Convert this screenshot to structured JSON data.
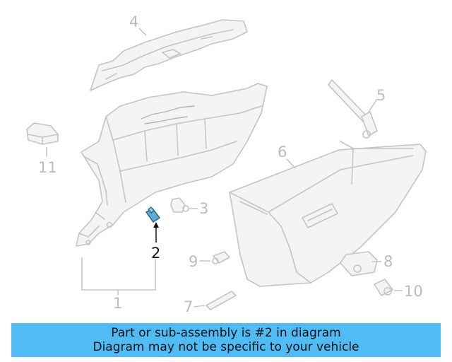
{
  "callouts": {
    "c1": "1",
    "c2": "2",
    "c3": "3",
    "c4": "4",
    "c5": "5",
    "c6": "6",
    "c7": "7",
    "c8": "8",
    "c9": "9",
    "c10": "10",
    "c11": "11"
  },
  "highlight_part": "2",
  "colors": {
    "highlight": "#5aaed6",
    "banner": "#4fbcf5",
    "outline": "#c4c4c4"
  },
  "banner": {
    "line1": "Part or sub-assembly is #2 in diagram",
    "line2": "Diagram may not be specific to your vehicle"
  }
}
